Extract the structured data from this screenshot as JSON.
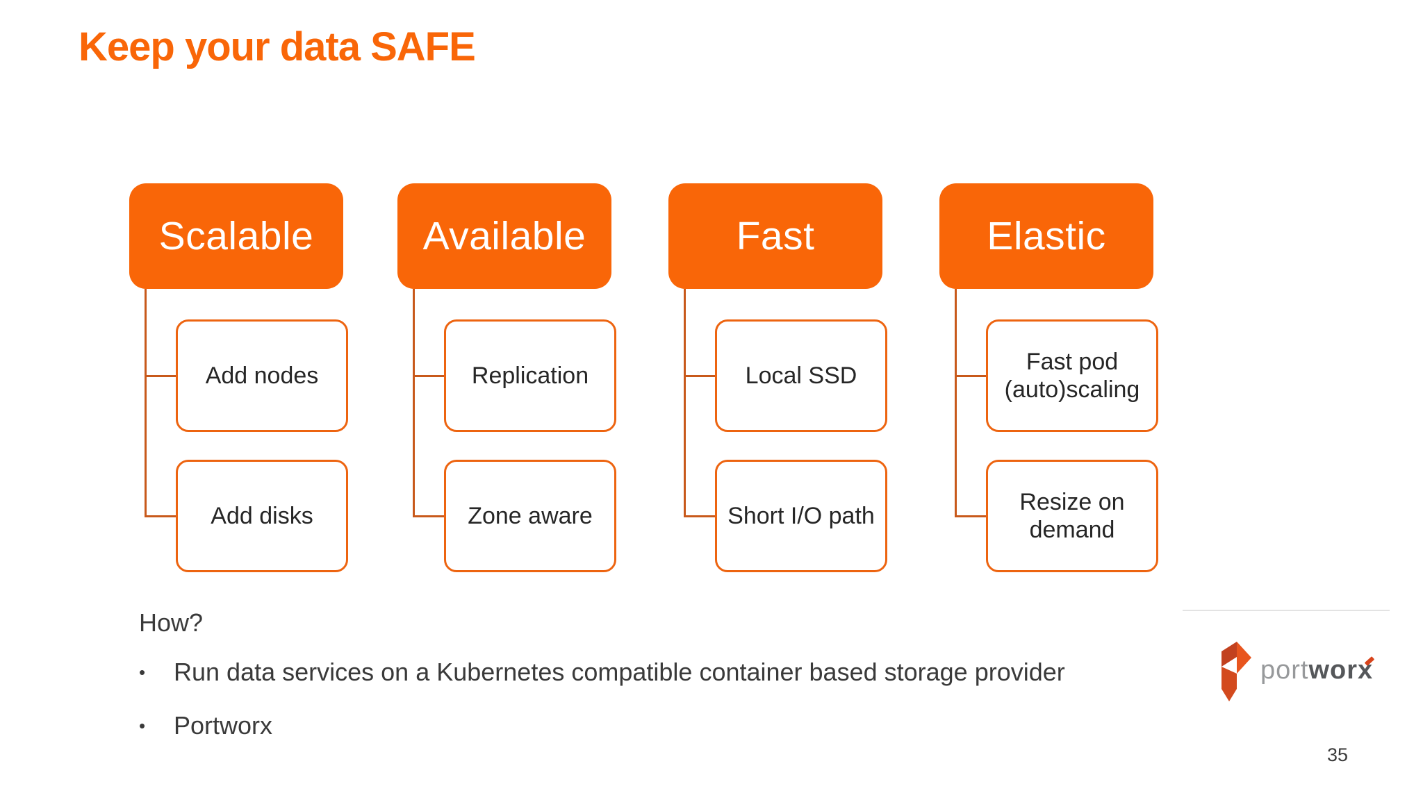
{
  "title": "Keep your data SAFE",
  "diagram": {
    "columns": [
      {
        "header": "Scalable",
        "items": [
          "Add nodes",
          "Add disks"
        ]
      },
      {
        "header": "Available",
        "items": [
          "Replication",
          "Zone aware"
        ]
      },
      {
        "header": "Fast",
        "items": [
          "Local SSD",
          "Short I/O path"
        ]
      },
      {
        "header": "Elastic",
        "items": [
          "Fast pod (auto)scaling",
          "Resize on demand"
        ]
      }
    ]
  },
  "footer": {
    "question": "How?",
    "bullet_glyph": "•",
    "bullets": [
      "Run data services on a Kubernetes compatible container based storage provider",
      "Portworx"
    ]
  },
  "logo": {
    "text_light": "port",
    "text_bold": "wor",
    "text_accent": "x"
  },
  "page_number": "35",
  "colors": {
    "accent_orange": "#F96608",
    "box_border": "#ED6410",
    "connector": "#C8591B",
    "divider": "#E3E3E3",
    "logo_gray_light": "#97999B",
    "logo_gray_dark": "#55575A",
    "logo_red": "#D8441C"
  }
}
